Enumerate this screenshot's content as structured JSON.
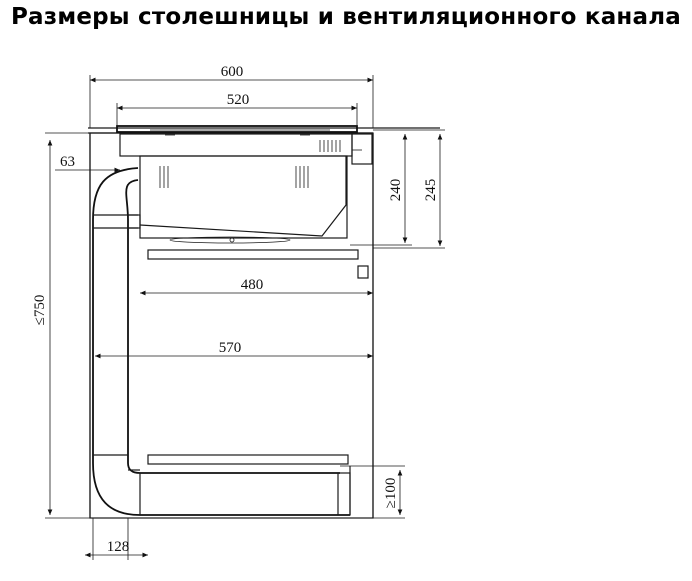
{
  "title": "Размеры столешницы и вентиляционного канала",
  "dimensions": {
    "top_width": "600",
    "hob_width": "520",
    "left_offset": "63",
    "height_max": "≤750",
    "hob_depth_240": "240",
    "hob_depth_245": "245",
    "inner_480": "480",
    "inner_570": "570",
    "bottom_gap": "≥100",
    "duct_width": "128"
  }
}
